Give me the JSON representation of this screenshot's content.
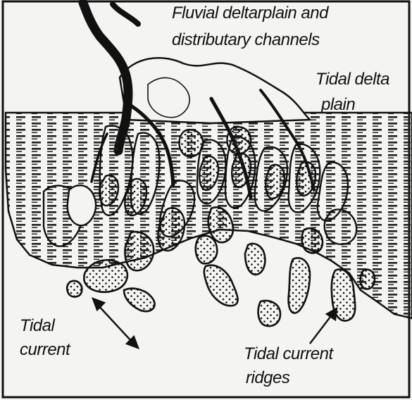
{
  "labels": {
    "fluvial_line1": "Fluvial deltarplain and",
    "fluvial_line2": "distributary channels",
    "tidal_delta_line1": "Tidal delta",
    "tidal_delta_line2": "plain",
    "tidal_current_line1": "Tidal",
    "tidal_current_line2": "current",
    "ridges_line1": "Tidal current",
    "ridges_line2": "ridges"
  },
  "colors": {
    "ink": "#111111",
    "paper": "#f4f4f2",
    "dash": "#222222"
  }
}
